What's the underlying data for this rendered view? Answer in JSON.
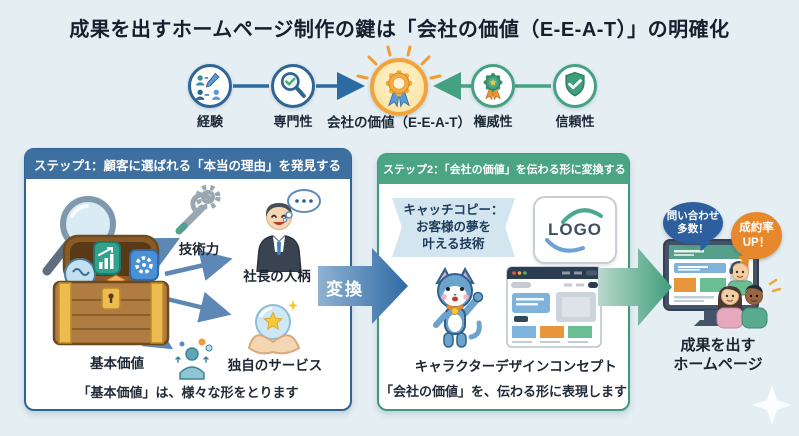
{
  "title": "成果を出すホームページ制作の鍵は「会社の価値（E-E-A-T）」の明確化",
  "eeat_flow": {
    "items": [
      {
        "label": "経験",
        "icon": "people-experience-icon"
      },
      {
        "label": "専門性",
        "icon": "magnifier-check-icon"
      },
      {
        "label": "会社の価値（E-E-A-T）",
        "icon": "award-medal-icon"
      },
      {
        "label": "権威性",
        "icon": "rosette-medal-icon"
      },
      {
        "label": "信頼性",
        "icon": "shield-check-icon"
      }
    ]
  },
  "step1": {
    "header": "ステップ1：顧客に選ばれる「本当の理由」を発見する",
    "labels": {
      "base_value": "基本価値",
      "tech": "技術力",
      "president": "社長の人柄",
      "unique_service": "独自のサービス"
    },
    "caption": "「基本価値」は、様々な形をとります"
  },
  "convert": {
    "label": "変換"
  },
  "step2": {
    "header": "ステップ2：「会社の価値」を伝わる形に変換する",
    "catch_copy": {
      "line1": "キャッチコピー：",
      "line2": "お客様の夢を",
      "line3": "叶える技術"
    },
    "logo": "LOGO",
    "labels": {
      "character": "キャラクター",
      "design": "デザインコンセプト"
    },
    "caption": "「会社の価値」を、伝わる形に表現します"
  },
  "result": {
    "bubble_inquiry": {
      "line1": "問い合わせ",
      "line2": "多数！"
    },
    "bubble_rate": {
      "line1": "成約率",
      "line2": "UP！"
    },
    "caption": {
      "line1": "成果を出す",
      "line2": "ホームページ"
    }
  },
  "colors": {
    "background": "#e4eef3",
    "step1_blue": "#3d6fa0",
    "step2_green": "#4ba584",
    "flow_blue": "#2c6ba2",
    "flow_green": "#44a182",
    "eeat_orange": "#f2a43c",
    "convert_arrow_blue": "#2f6aa3",
    "result_arrow_green": "#3f9e7b",
    "bubble_blue": "#2d5f9e",
    "bubble_orange": "#e8882c"
  }
}
